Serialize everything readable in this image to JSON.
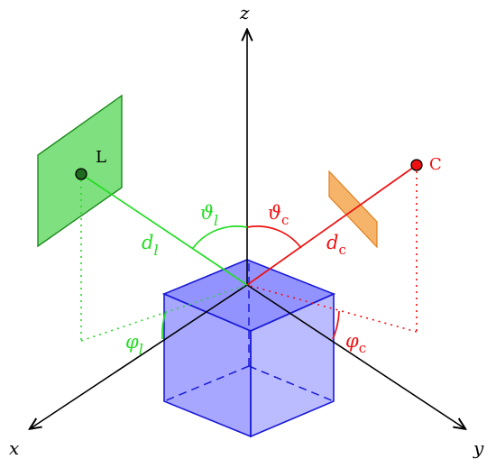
{
  "axes": {
    "x_label": "x",
    "y_label": "y",
    "z_label": "z"
  },
  "light": {
    "label": "L",
    "distance_symbol": "d",
    "distance_sub": "l",
    "polar_symbol": "ϑ",
    "polar_sub": "l",
    "azimuth_symbol": "φ",
    "azimuth_sub": "l"
  },
  "camera": {
    "label": "C",
    "distance_symbol": "d",
    "distance_sub": "c",
    "polar_symbol": "ϑ",
    "polar_sub": "c",
    "azimuth_symbol": "φ",
    "azimuth_sub": "c"
  },
  "colors": {
    "axis": "#000000",
    "light": "#22dd22",
    "light_plane_fill": "#7ee07e",
    "light_plane_stroke": "#1e8a1e",
    "camera": "#ee1111",
    "camera_plane_fill": "#f6b36a",
    "camera_plane_stroke": "#e08020",
    "cube_stroke": "#1a1ad6",
    "cube_fill": "#3b3bff"
  }
}
